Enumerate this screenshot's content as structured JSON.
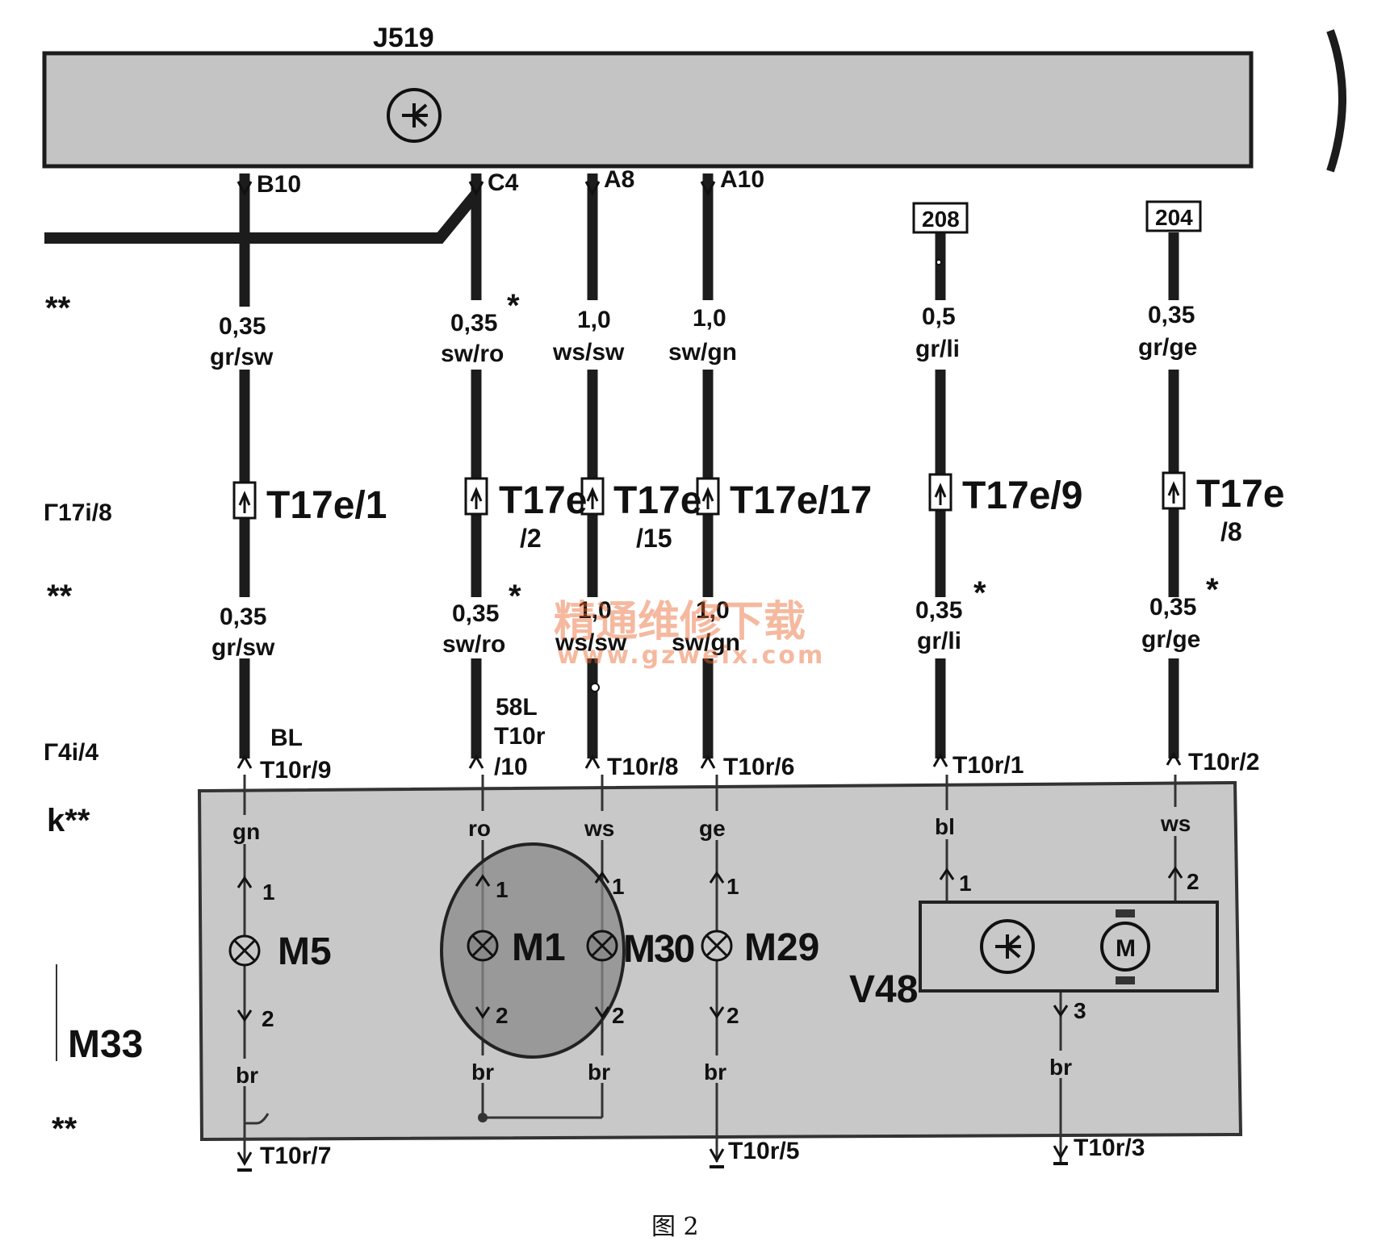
{
  "module_title": "J519",
  "harness_pins": [
    {
      "id": "b10",
      "pin": "B10"
    },
    {
      "id": "c4",
      "pin": "C4"
    },
    {
      "id": "a8",
      "pin": "A8"
    },
    {
      "id": "a10",
      "pin": "A10"
    }
  ],
  "ref_boxes": [
    {
      "id": "208",
      "label": "208"
    },
    {
      "id": "204",
      "label": "204"
    }
  ],
  "row_markers": {
    "stars_1": "**",
    "connector_1": "Γ17i/8",
    "stars_2": "**",
    "connector_2": "Γ4i/4",
    "stars_3": "k**",
    "component_m33": "M33",
    "stars_4": "**"
  },
  "wires": [
    {
      "id": "w1",
      "size_top": "0,35",
      "color_top": "gr/sw",
      "conn_t17": "T17e/1",
      "size_bot": "0,35",
      "color_bot": "gr/sw",
      "extra": "BL",
      "t10": "T10r/9",
      "inner": "gn"
    },
    {
      "id": "w2",
      "size_top": "0,35",
      "color_top": "sw/ro",
      "conn_t17a": "T17e",
      "conn_t17b": "/2",
      "size_bot": "0,35",
      "color_bot": "sw/ro",
      "extra_1": "58L",
      "extra_2": "T10r",
      "t10": "/10",
      "inner": "ro"
    },
    {
      "id": "w3",
      "size_top": "1,0",
      "color_top": "ws/sw",
      "conn_t17a": "T17e",
      "conn_t17b": "/15",
      "size_bot": "1,0",
      "color_bot": "ws/sw",
      "t10": "T10r/8",
      "inner": "ws"
    },
    {
      "id": "w4",
      "size_top": "1,0",
      "color_top": "sw/gn",
      "conn_t17": "T17e/17",
      "size_bot": "1,0",
      "color_bot": "sw/gn",
      "t10": "T10r/6",
      "inner": "ge"
    },
    {
      "id": "w5",
      "size_top": "0,5",
      "color_top": "gr/li",
      "conn_t17": "T17e/9",
      "size_bot": "0,35",
      "color_bot": "gr/li",
      "t10": "T10r/1",
      "inner": "bl"
    },
    {
      "id": "w6",
      "size_top": "0,35",
      "color_top": "gr/ge",
      "conn_t17a": "T17e",
      "conn_t17b": "/8",
      "size_bot": "0,35",
      "color_bot": "gr/ge",
      "t10": "T10r/2",
      "inner": "ws"
    }
  ],
  "star": "*",
  "lamps": [
    {
      "id": "m5",
      "name": "M5",
      "pin_in": "1",
      "pin_out": "2",
      "ground": "br"
    },
    {
      "id": "m1",
      "name": "M1",
      "pin_in": "1",
      "pin_out": "2",
      "ground": "br"
    },
    {
      "id": "m30",
      "name": "M30",
      "pin_in": "1",
      "pin_out": "2",
      "ground": "br"
    },
    {
      "id": "m29",
      "name": "M29",
      "pin_in": "1",
      "pin_out": "2",
      "ground": "br"
    }
  ],
  "motor_unit": {
    "name": "V48",
    "pin_1": "1",
    "pin_2": "2",
    "pin_3": "3",
    "ground": "br",
    "motor_letter": "M"
  },
  "ground_pins": [
    {
      "id": "g7",
      "label": "T10r/7"
    },
    {
      "id": "g5",
      "label": "T10r/5"
    },
    {
      "id": "g3",
      "label": "T10r/3"
    }
  ],
  "watermark": {
    "line1": "精通维修下载",
    "line2": "www.gzweix.com"
  },
  "caption": "图 2",
  "colors": {
    "wire": "#1c1c1c",
    "module_fill": "#c4c4c4",
    "highlight": "#8a8a8a",
    "watermark": "#e8632a"
  }
}
